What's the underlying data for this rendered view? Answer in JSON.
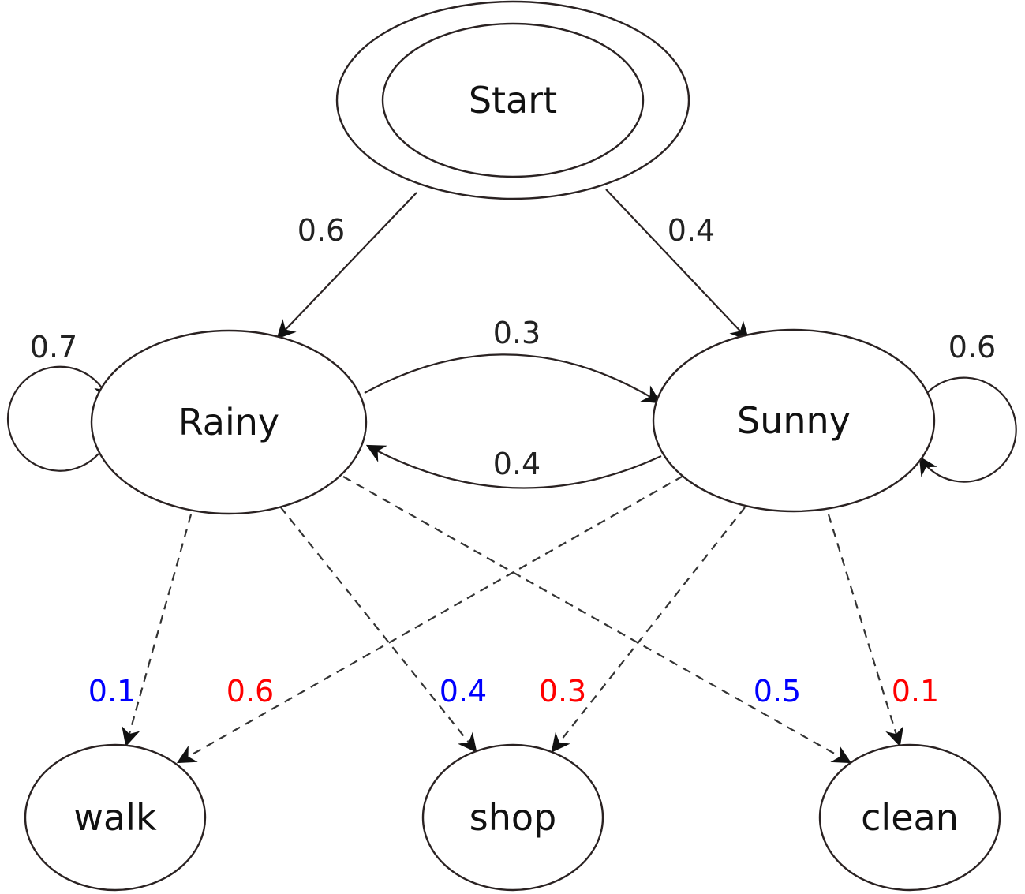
{
  "diagram": {
    "type": "hidden-markov-model",
    "colors": {
      "rainy_emission": "#0000ff",
      "sunny_emission": "#ff0000",
      "stroke": "#2a2222"
    },
    "nodes": {
      "start": "Start",
      "rainy": "Rainy",
      "sunny": "Sunny",
      "walk": "walk",
      "shop": "shop",
      "clean": "clean"
    },
    "start_probabilities": {
      "rainy": "0.6",
      "sunny": "0.4"
    },
    "transitions": {
      "rainy_to_rainy": "0.7",
      "rainy_to_sunny": "0.3",
      "sunny_to_rainy": "0.4",
      "sunny_to_sunny": "0.6"
    },
    "emissions": {
      "rainy_walk": "0.1",
      "rainy_shop": "0.4",
      "rainy_clean": "0.5",
      "sunny_walk": "0.6",
      "sunny_shop": "0.3",
      "sunny_clean": "0.1"
    }
  }
}
